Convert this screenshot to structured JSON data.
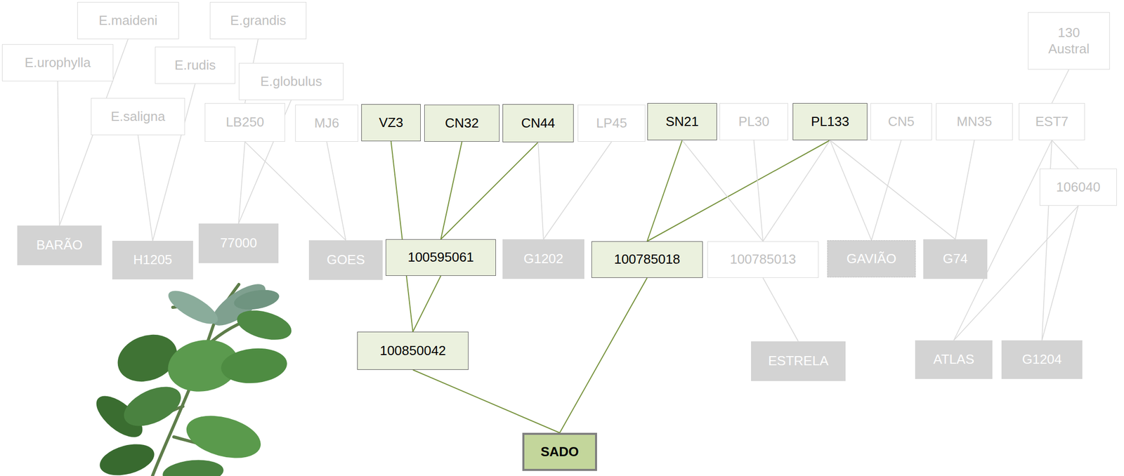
{
  "diagram": {
    "nodes": [
      {
        "text": [
          "E.maideni"
        ]
      },
      {
        "text": [
          "E.grandis"
        ]
      },
      {
        "text": [
          "E.urophylla"
        ]
      },
      {
        "text": [
          "E.rudis"
        ]
      },
      {
        "text": [
          "E.globulus"
        ]
      },
      {
        "text": [
          "130 Austral"
        ]
      },
      {
        "text": [
          "E.saligna"
        ]
      },
      {
        "text": [
          "LB250"
        ]
      },
      {
        "text": [
          "MJ6"
        ]
      },
      {
        "text": [
          "VZ3"
        ]
      },
      {
        "text": [
          "CN32"
        ]
      },
      {
        "text": [
          "CN44"
        ]
      },
      {
        "text": [
          "LP45"
        ]
      },
      {
        "text": [
          "SN21"
        ]
      },
      {
        "text": [
          "PL30"
        ]
      },
      {
        "text": [
          "PL133"
        ]
      },
      {
        "text": [
          "CN5"
        ]
      },
      {
        "text": [
          "MN35"
        ]
      },
      {
        "text": [
          "EST7"
        ]
      },
      {
        "text": [
          "106040"
        ]
      },
      {
        "text": [
          "BARÃO"
        ]
      },
      {
        "text": [
          "H1205"
        ]
      },
      {
        "text": [
          "77000"
        ]
      },
      {
        "text": [
          "GOES"
        ]
      },
      {
        "text": [
          "100595061"
        ]
      },
      {
        "text": [
          "G1202"
        ]
      },
      {
        "text": [
          "100785018"
        ]
      },
      {
        "text": [
          "100785013"
        ]
      },
      {
        "text": [
          "GAVIÃO"
        ]
      },
      {
        "text": [
          "G74"
        ]
      },
      {
        "text": [
          "100850042"
        ]
      },
      {
        "text": [
          "ESTRELA"
        ]
      },
      {
        "text": [
          "ATLAS"
        ]
      },
      {
        "text": [
          "G1204"
        ]
      },
      {
        "text": [
          "SADO"
        ]
      }
    ],
    "edges": [
      {
        "from": 2,
        "to": 20,
        "arrow": "none"
      },
      {
        "from": 0,
        "to": 20,
        "arrow": "none"
      },
      {
        "from": 6,
        "to": 21,
        "arrow": "none"
      },
      {
        "from": 3,
        "to": 21,
        "arrow": "none"
      },
      {
        "from": 1,
        "to": 7,
        "arrow": "none"
      },
      {
        "from": 4,
        "to": 22,
        "arrow": "none"
      },
      {
        "from": 7,
        "to": 22,
        "arrow": "none"
      },
      {
        "from": 7,
        "to": 23,
        "arrow": "none"
      },
      {
        "from": 8,
        "to": 23,
        "arrow": "none"
      },
      {
        "from": 9,
        "to": 30,
        "arrow": "none"
      },
      {
        "from": 10,
        "to": 24,
        "arrow": "none"
      },
      {
        "from": 11,
        "to": 24,
        "arrow": "none"
      },
      {
        "from": 11,
        "to": 25,
        "arrow": "none"
      },
      {
        "from": 12,
        "to": 25,
        "arrow": "none"
      },
      {
        "from": 13,
        "to": 26,
        "arrow": "none"
      },
      {
        "from": 15,
        "to": 26,
        "arrow": "none"
      },
      {
        "from": 13,
        "to": 27,
        "arrow": "none"
      },
      {
        "from": 14,
        "to": 27,
        "arrow": "none"
      },
      {
        "from": 15,
        "to": 27,
        "arrow": "none"
      },
      {
        "from": 15,
        "to": 28,
        "arrow": "none"
      },
      {
        "from": 16,
        "to": 28,
        "arrow": "none"
      },
      {
        "from": 15,
        "to": 29,
        "arrow": "none"
      },
      {
        "from": 17,
        "to": 29,
        "arrow": "none"
      },
      {
        "from": 5,
        "to": 18,
        "arrow": "none"
      },
      {
        "from": 18,
        "to": 19,
        "arrow": "none"
      },
      {
        "from": 18,
        "to": 32,
        "arrow": "none"
      },
      {
        "from": 19,
        "to": 32,
        "arrow": "none"
      },
      {
        "from": 18,
        "to": 33,
        "arrow": "none"
      },
      {
        "from": 19,
        "to": 33,
        "arrow": "none"
      },
      {
        "from": 24,
        "to": 30,
        "arrow": "none"
      },
      {
        "from": 27,
        "to": 31,
        "arrow": "none"
      },
      {
        "from": 30,
        "to": 34,
        "arrow": "none"
      },
      {
        "from": 26,
        "to": 34,
        "arrow": "none"
      }
    ]
  }
}
